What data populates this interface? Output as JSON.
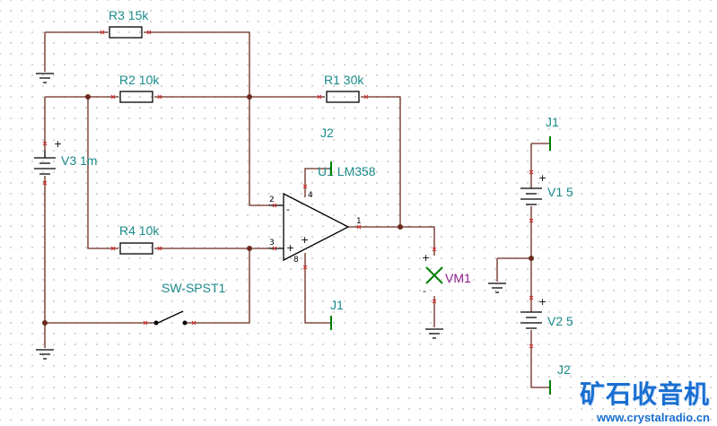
{
  "components": {
    "r3": "R3 15k",
    "r2": "R2 10k",
    "r1": "R1 30k",
    "r4": "R4 10k",
    "v3": "V3 1m",
    "u1": "U1 LM358",
    "switch": "SW-SPST1",
    "vm1": "VM1",
    "v1": "V1 5",
    "v2": "V2 5",
    "j2_top": "J2",
    "j1_bottom": "J1",
    "j1_right": "J1",
    "j2_right": "J2"
  },
  "opamp_pins": {
    "inv": "2",
    "noninv": "3",
    "out": "1",
    "vplus": "4",
    "vminus": "8"
  },
  "polarity": {
    "plus": "+",
    "minus": "-"
  },
  "watermark": {
    "cn": "矿石收音机",
    "url": "www.crystalradio.cn"
  },
  "colors": {
    "wire": "#6b2a1e",
    "label": "#1a8a8a",
    "meter": "#8a1a8a",
    "connector": "#008000",
    "watermark": "#1a6fd0"
  }
}
